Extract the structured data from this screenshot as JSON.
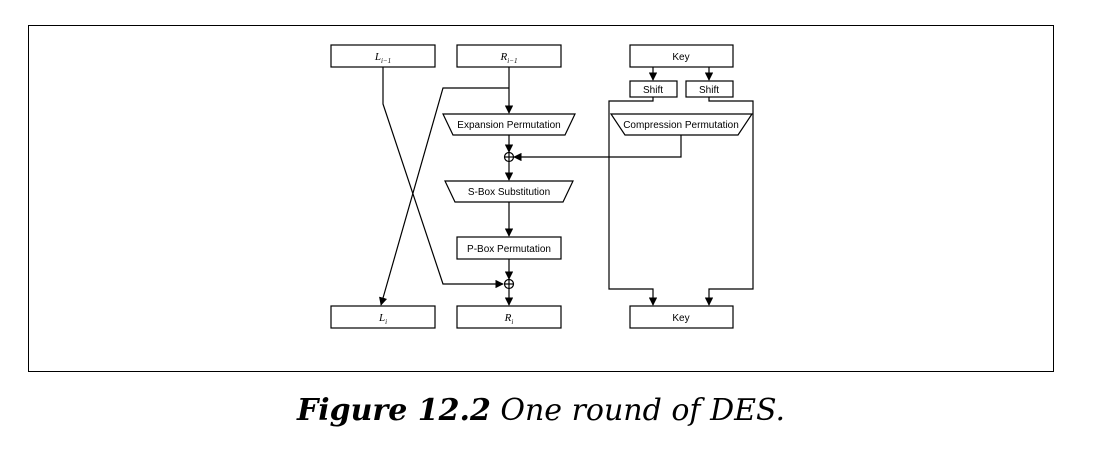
{
  "diagram": {
    "nodes": {
      "l_prev": {
        "main": "L",
        "sub": "i−1"
      },
      "r_prev": {
        "main": "R",
        "sub": "i−1"
      },
      "key_top": {
        "label": "Key"
      },
      "shift_left": {
        "label": "Shift"
      },
      "shift_right": {
        "label": "Shift"
      },
      "expansion": {
        "label": "Expansion Permutation"
      },
      "compression": {
        "label": "Compression Permutation"
      },
      "sbox": {
        "label": "S-Box Substitution"
      },
      "pbox": {
        "label": "P-Box Permutation"
      },
      "l_next": {
        "main": "L",
        "sub": "i"
      },
      "r_next": {
        "main": "R",
        "sub": "i"
      },
      "key_bottom": {
        "label": "Key"
      }
    }
  },
  "caption": {
    "figure": "Figure 12.2",
    "text": "One round of DES."
  }
}
